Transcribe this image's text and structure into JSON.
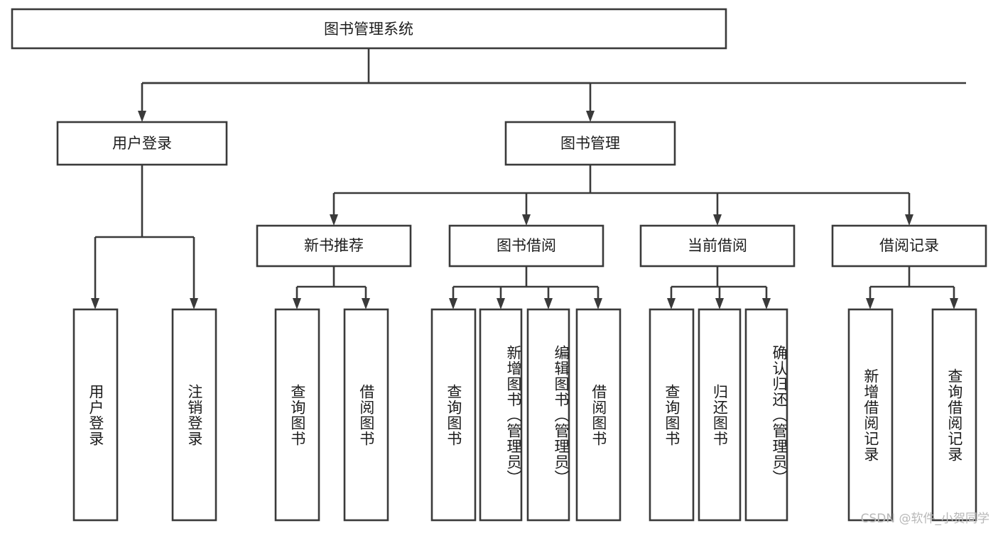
{
  "diagram": {
    "title": "图书管理系统",
    "type": "tree-hierarchy",
    "watermark": "CSDN @软件_小贺同学",
    "colors": {
      "box_stroke": "#3a3a3a",
      "box_fill": "#ffffff",
      "text": "#1c1c1c",
      "connector": "#3a3a3a",
      "watermark": "#b8b8b8",
      "background": "#ffffff"
    },
    "root": {
      "label": "图书管理系统"
    },
    "level2": [
      {
        "label": "用户登录"
      },
      {
        "label": "图书管理"
      }
    ],
    "level3": [
      {
        "label": "新书推荐"
      },
      {
        "label": "图书借阅"
      },
      {
        "label": "当前借阅"
      },
      {
        "label": "借阅记录"
      }
    ],
    "leaves": {
      "user_login": [
        {
          "label": "用户登录"
        },
        {
          "label": "注销登录"
        }
      ],
      "new_book_recommend": [
        {
          "label": "查询图书"
        },
        {
          "label": "借阅图书"
        }
      ],
      "book_borrow": [
        {
          "label": "查询图书"
        },
        {
          "label": "新增图书（管理员）"
        },
        {
          "label": "编辑图书（管理员）"
        },
        {
          "label": "借阅图书"
        }
      ],
      "current_borrow": [
        {
          "label": "查询图书"
        },
        {
          "label": "归还图书"
        },
        {
          "label": "确认归还（管理员）"
        }
      ],
      "borrow_record": [
        {
          "label": "新增借阅记录"
        },
        {
          "label": "查询借阅记录"
        }
      ]
    }
  }
}
